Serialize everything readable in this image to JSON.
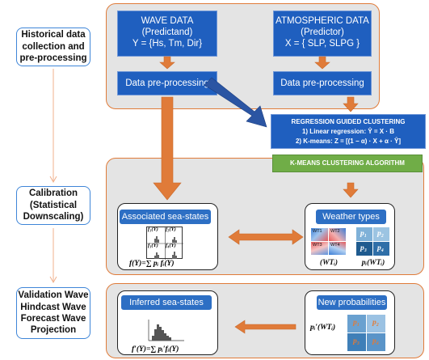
{
  "sidebar": {
    "step1": "Historical data collection and pre-processing",
    "step2": "Calibration (Statistical Downscaling)",
    "step3": "Validation Wave Hindcast Wave Forecast Wave Projection"
  },
  "wave_data": {
    "title": "WAVE DATA",
    "subtitle": "(Predictand)",
    "formula": "Y = {Hs, Tm, Dir}",
    "preprocess": "Data pre-processing"
  },
  "atmos_data": {
    "title": "ATMOSPHERIC DATA",
    "subtitle": "(Predictor)",
    "formula": "X = { SLP, SLPG }",
    "preprocess": "Data pre-processing"
  },
  "rgc": {
    "title": "REGRESSION GUIDED CLUSTERING",
    "line1": "1) Linear regression: Ŷ = X · B",
    "line2": "2) K-means: Z = [(1 − α) · X + α · Ŷ]"
  },
  "kmeans": {
    "label": "K-MEANS CLUSTERING ALGORITHM"
  },
  "associated": {
    "title": "Associated sea-states",
    "mini_labels": [
      "f₁(Y)",
      "f₂(Y)",
      "f₃(Y)",
      "f₄(Y)"
    ],
    "formula": "f(Y)=∑ pᵢ fᵢ(Y)"
  },
  "weather": {
    "title": "Weather types",
    "map_labels": [
      "WT1",
      "WT2",
      "WT3",
      "WT4"
    ],
    "prob_labels": [
      "p₁",
      "p₂",
      "p₃",
      "p₄"
    ],
    "caption_left": "(WTᵢ)",
    "caption_right": "pᵢ(WTᵢ)"
  },
  "inferred": {
    "title": "Inferred sea-states",
    "formula": "f′(Y)=∑ pᵢ′fᵢ(Y)"
  },
  "newprob": {
    "title": "New probabilities",
    "label": "pᵢ′(WTᵢ)",
    "cells": [
      "p₁",
      "p₂",
      "p₃",
      "p₄"
    ]
  },
  "colors": {
    "accent_orange": "#e07b39",
    "blue_box": "#1f5fbf",
    "green_box": "#70ad47",
    "stage_gray": "#e4e4e4"
  }
}
